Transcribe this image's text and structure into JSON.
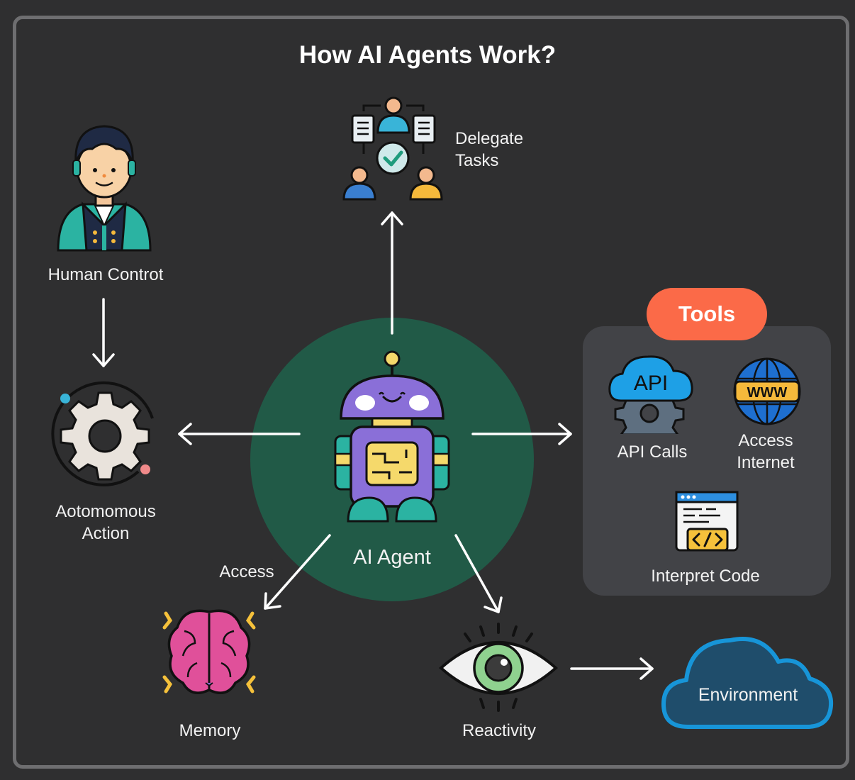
{
  "title": "How AI Agents Work?",
  "nodes": {
    "delegate": "Delegate\nTasks",
    "human_control": "Human Controt",
    "autonomous_action": "Aotomomous\nAction",
    "ai_agent": "AI Agent",
    "memory": "Memory",
    "reactivity": "Reactivity",
    "environment": "Environment"
  },
  "edge_labels": {
    "access": "Access"
  },
  "tools": {
    "heading": "Tools",
    "api_calls": "API Calls",
    "access_internet": "Access\nInternet",
    "interpret_code": "Interpret Code",
    "api_icon_text": "API",
    "www_icon_text": "WWW"
  },
  "colors": {
    "background": "#2f2f30",
    "agent_circle": "#215a47",
    "tools_panel": "#424347",
    "tools_pill": "#fb6a48",
    "environment_cloud": "#1795d8"
  }
}
